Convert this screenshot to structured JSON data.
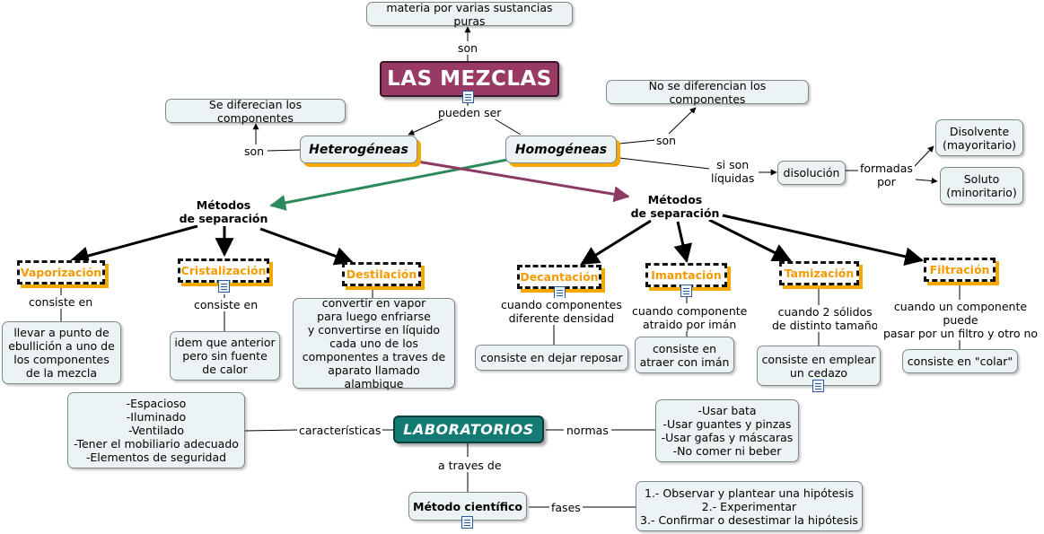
{
  "title": "LAS MEZCLAS",
  "top_link": "son",
  "top_box": "materia por varias sustancias puras",
  "pueden_ser": "pueden ser",
  "heterogeneas": "Heterogéneas",
  "homogeneas": "Homogéneas",
  "het_son": "son",
  "het_desc": "Se diferecian los componentes",
  "hom_son": "son",
  "hom_desc": "No se diferencian los componentes",
  "si_son_liquidas": "si son\nlíquidas",
  "disolucion": "disolución",
  "formadas_por": "formadas\npor",
  "disolvente": "Disolvente\n(mayoritario)",
  "soluto": "Soluto\n(minoritario)",
  "metodos_left": "Métodos\nde separación",
  "metodos_right": "Métodos\nde separación",
  "methods": {
    "vaporizacion": {
      "name": "Vaporización",
      "link": "consiste en",
      "desc": "llevar a punto de\nebullición a uno de\nlos componentes\nde la mezcla"
    },
    "cristalizacion": {
      "name": "Cristalización",
      "link": "consiste en",
      "desc": "idem que anterior\npero sin fuente\nde calor"
    },
    "destilacion": {
      "name": "Destilación",
      "desc": "convertir en vapor\npara luego enfriarse\ny convertirse en líquido\ncada uno de los\ncomponentes a traves de\naparato llamado alambique"
    },
    "decantacion": {
      "name": "Decantación",
      "link": "cuando componentes\ndiferente densidad",
      "desc": "consiste en dejar reposar"
    },
    "imantacion": {
      "name": "Imantación",
      "link": "cuando componente\natraido por imán",
      "desc": "consiste en\natraer con imán"
    },
    "tamizacion": {
      "name": "Tamización",
      "link": "cuando 2 sólidos\nde distinto tamaño",
      "desc": "consiste en emplear\nun cedazo"
    },
    "filtracion": {
      "name": "Filtración",
      "link": "cuando un componente puede\npasar por un filtro y otro no",
      "desc": "consiste en \"colar\""
    }
  },
  "laboratorios": "LABORATORIOS",
  "caracteristicas": "características",
  "caracteristicas_box": "-Espacioso\n-Iluminado\n-Ventilado\n-Tener el mobiliario adecuado\n-Elementos de seguridad",
  "normas": "normas",
  "normas_box": "-Usar bata\n-Usar guantes y pinzas\n-Usar gafas y máscaras\n-No comer ni beber",
  "a_traves_de": "a traves de",
  "metodo_cientifico": "Método científico",
  "fases": "fases",
  "fases_box": "1.- Observar y plantear una hipótesis\n2.- Experimentar\n3.- Confirmar o desestimar la hipótesis",
  "colors": {
    "title_bg": "#983a63",
    "lab_bg": "#137a74",
    "accent": "#f5a800",
    "green_arrow": "#2e8a5e",
    "purple_arrow": "#8b3a62"
  }
}
